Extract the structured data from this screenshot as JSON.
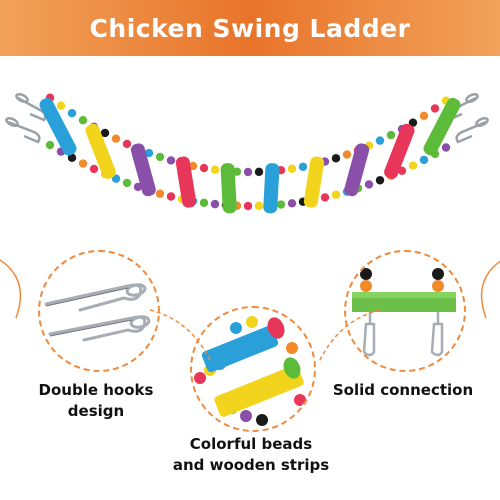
{
  "title": "Chicken Swing Ladder",
  "features": [
    {
      "caption": "Double hooks design"
    },
    {
      "caption_line1": "Colorful beads",
      "caption_line2": "and wooden strips"
    },
    {
      "caption": "Solid connection"
    }
  ],
  "colors": {
    "banner": "#e8742a",
    "accent_dash": "#ef8a3c",
    "rungs": [
      "#2aa0d8",
      "#f2d41c",
      "#8a4fa8",
      "#e8365a",
      "#5dbb3a",
      "#2aa0d8",
      "#f2d41c",
      "#8a4fa8",
      "#e8365a",
      "#5dbb3a"
    ],
    "beads": [
      "#e8365a",
      "#f2d41c",
      "#2aa0d8",
      "#5dbb3a",
      "#8a4fa8",
      "#1a1a1a",
      "#f28a2a"
    ]
  }
}
